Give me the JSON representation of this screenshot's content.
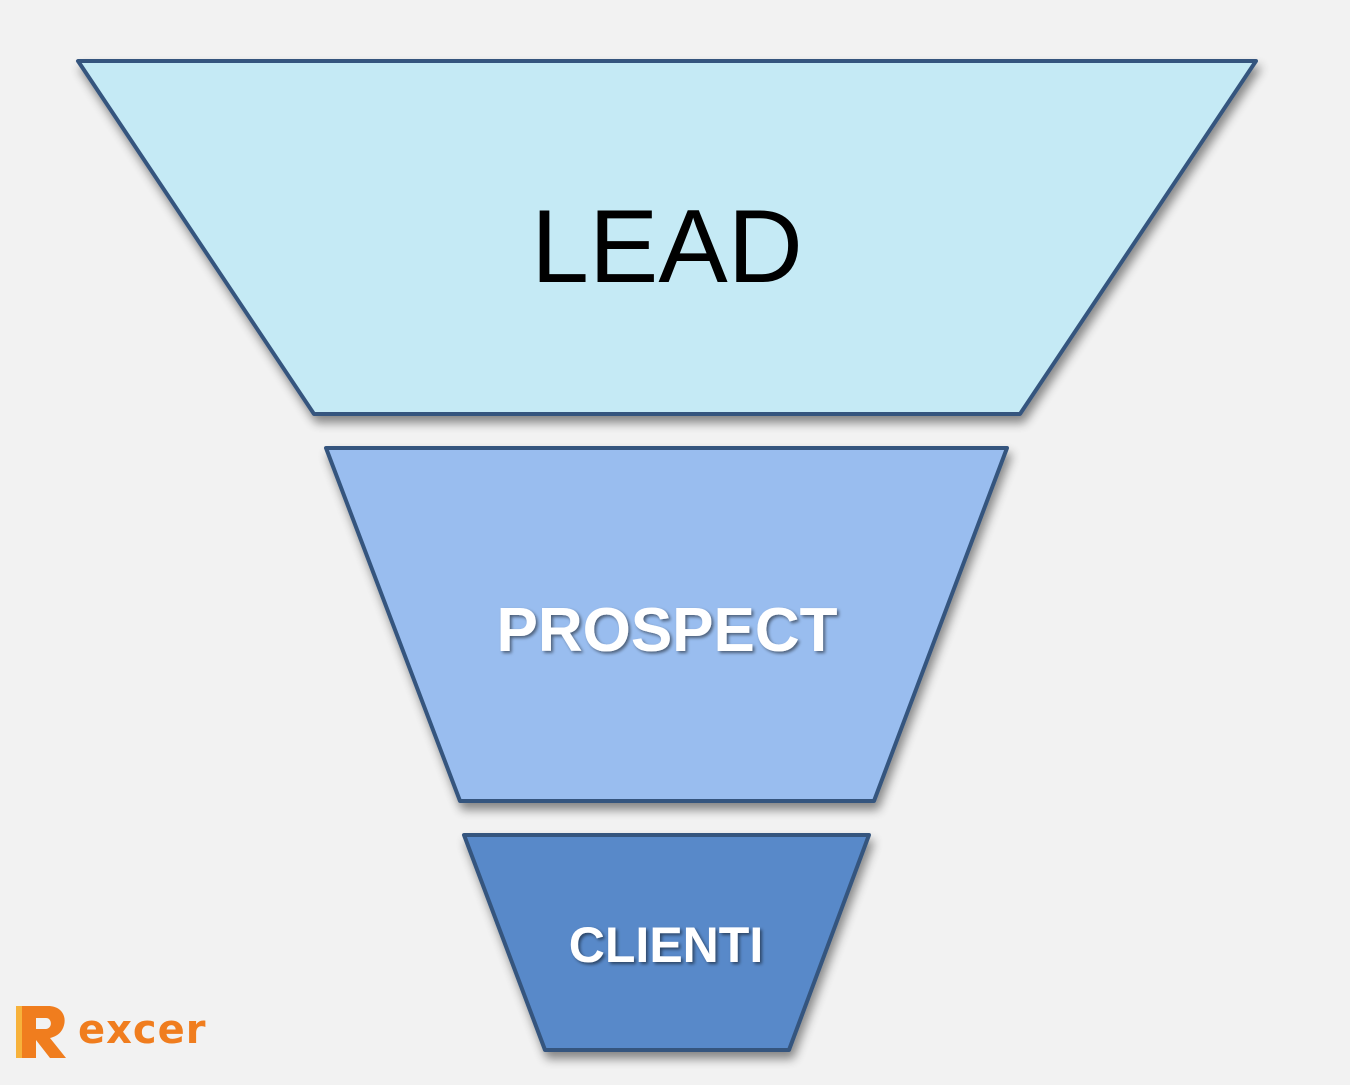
{
  "funnel": {
    "stages": [
      {
        "label": "LEAD",
        "fill": "#c5eaf5",
        "text_color": "#000000"
      },
      {
        "label": "PROSPECT",
        "fill": "#99bdef",
        "text_color": "#ffffff"
      },
      {
        "label": "CLIENTI",
        "fill": "#5889c9",
        "text_color": "#ffffff"
      }
    ],
    "outline_color": "#34557e"
  },
  "logo": {
    "text": "excer",
    "mark_letter": "R",
    "color_primary": "#f07d1e",
    "color_secondary": "#f7b23b"
  }
}
